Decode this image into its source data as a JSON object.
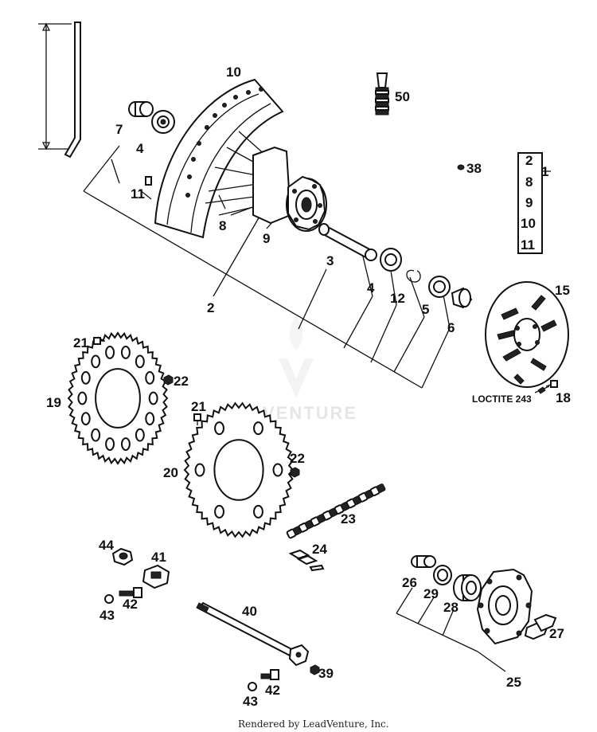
{
  "labels": {
    "l1": "1",
    "l2a": "2",
    "l2b": "2",
    "l3": "3",
    "l4a": "4",
    "l4b": "4",
    "l5": "5",
    "l6": "6",
    "l7": "7",
    "l8a": "8",
    "l8b": "8",
    "l9a": "9",
    "l9b": "9",
    "l10a": "10",
    "l10b": "10",
    "l11a": "11",
    "l11b": "11",
    "l12": "12",
    "l15": "15",
    "l18": "18",
    "l19": "19",
    "l20": "20",
    "l21a": "21",
    "l21b": "21",
    "l22a": "22",
    "l22b": "22",
    "l23": "23",
    "l24": "24",
    "l25": "25",
    "l26": "26",
    "l27": "27",
    "l28": "28",
    "l29": "29",
    "l38": "38",
    "l39": "39",
    "l40": "40",
    "l41": "41",
    "l42a": "42",
    "l42b": "42",
    "l43a": "43",
    "l43b": "43",
    "l44": "44",
    "l50": "50"
  },
  "loctite_note": "LOCTITE 243",
  "watermark": "VENTURE",
  "footer": "Rendered by LeadVenture, Inc."
}
